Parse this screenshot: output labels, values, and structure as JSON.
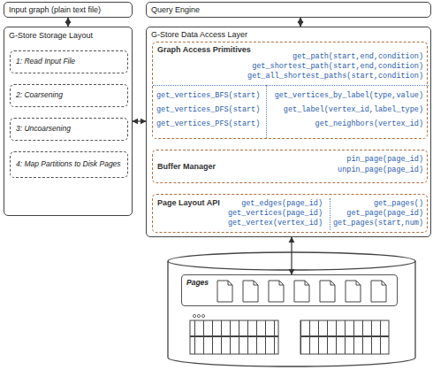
{
  "diagram": {
    "nodes": [
      {
        "text": [
          "Input graph (plain text file)"
        ]
      },
      {
        "text": [
          "Query Engine"
        ]
      },
      {
        "text": [
          "G-Store Storage Layout"
        ]
      },
      {
        "text": [
          "1: Read Input File"
        ],
        "in": 2
      },
      {
        "text": [
          "2: Coarsening"
        ],
        "in": 2
      },
      {
        "text": [
          "3: Uncoarsening"
        ],
        "in": 2
      },
      {
        "text": [
          "4: Map Partitions to Disk Pages"
        ],
        "in": 2
      },
      {
        "text": [
          "G-Store Data Access Layer"
        ]
      },
      {
        "text": [
          "Graph Access Primitives",
          "get_path(start,end,condition)",
          "get_shortest_path(start,end,condition)",
          "get_all_shortest_paths(start,condition)",
          "get_vertices_BFS(start)",
          "get_vertices_DFS(start)",
          "get_vertices_PFS(start)",
          "get_vertices_by_label(type,value)",
          "get_label(vertex_id,label_type)",
          "get_neighbors(vertex_id)"
        ],
        "in": 7
      },
      {
        "text": [
          "Buffer Manager",
          "pin_page(page_id)",
          "unpin_page(page_id)"
        ],
        "in": 7
      },
      {
        "text": [
          "Page Layout API",
          "get_edges(page_id)",
          "get_vertices(page_id)",
          "get_vertex(vertex_id)",
          "get_pages()",
          "get_page(page_id)",
          "get_pages(start,num)"
        ],
        "in": 7
      },
      {
        "text": [
          "Pages"
        ]
      }
    ],
    "edges": [
      {
        "from": 0,
        "to": 2,
        "arrow": "both"
      },
      {
        "from": 1,
        "to": 7,
        "arrow": "both"
      },
      {
        "from": 2,
        "to": 7,
        "arrow": "both"
      },
      {
        "from": 8,
        "to": 9,
        "arrow": "both"
      },
      {
        "from": 9,
        "to": 10,
        "arrow": "both"
      },
      {
        "from": 7,
        "to": 11,
        "arrow": "both"
      }
    ]
  }
}
